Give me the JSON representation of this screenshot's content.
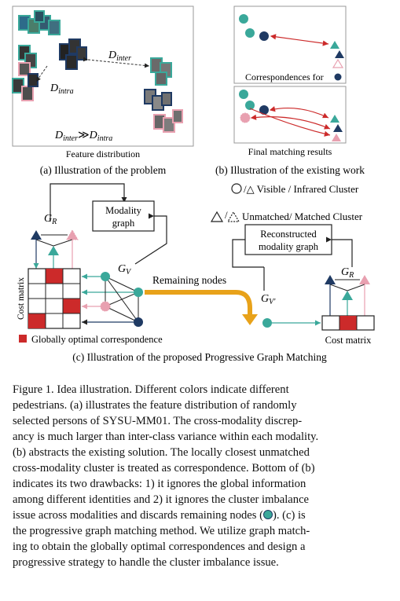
{
  "panel_a": {
    "d_inter": "D",
    "d_inter_sub": "inter",
    "d_intra": "D",
    "d_intra_sub": "intra",
    "relation": "D",
    "relation_sub1": "inter",
    "relation_op": "≫",
    "relation_rhs": "D",
    "relation_sub2": "intra",
    "box_caption": "Feature distribution",
    "caption": "(a) Illustration of the problem"
  },
  "panel_b": {
    "top_caption": "Correspondences for",
    "bottom_caption": "Final matching results",
    "caption": "(b) Illustration of the existing work",
    "legend_1": "/△  Visible / Infrared Cluster",
    "legend_2": "Unmatched/ Matched Cluster"
  },
  "panel_c": {
    "gr": "G",
    "gr_sub": "R",
    "gv": "G",
    "gv_sub": "V",
    "gvp_sub": "V'",
    "modality_graph_1": "Modality",
    "modality_graph_2": "graph",
    "remaining_nodes": "Remaining nodes",
    "reconstructed_1": "Reconstructed",
    "reconstructed_2": "modality graph",
    "cost_matrix_left": "Cost matrix",
    "cost_matrix_right": "Cost matrix",
    "legend": "Globally optimal correspondence",
    "caption": "(c) Illustration of the proposed Progressive Graph Matching"
  },
  "figure_caption": {
    "lines": [
      "Figure 1.   Idea illustration.   Different colors indicate different",
      "pedestrians.  (a) illustrates the feature distribution of randomly",
      "selected persons of SYSU-MM01.  The cross-modality discrep-",
      "ancy is much larger than inter-class variance within each modality.",
      "(b) abstracts the existing solution. The locally closest unmatched",
      "cross-modality cluster is treated as correspondence. Bottom of (b)",
      "indicates its two drawbacks: 1) it ignores the global information",
      "among different identities and 2) it ignores the cluster imbalance",
      "issue across modalities and discards remaining nodes (",
      "). (c) is",
      "the progressive graph matching method. We utilize graph match-",
      "ing to obtain the globally optimal correspondences and design a",
      "progressive strategy to handle the cluster imbalance issue."
    ]
  },
  "colors": {
    "teal": "#3aa89a",
    "navy": "#1f3a63",
    "pink": "#e8a0b0",
    "red": "#cc2a2a",
    "orange": "#e8a21a"
  }
}
